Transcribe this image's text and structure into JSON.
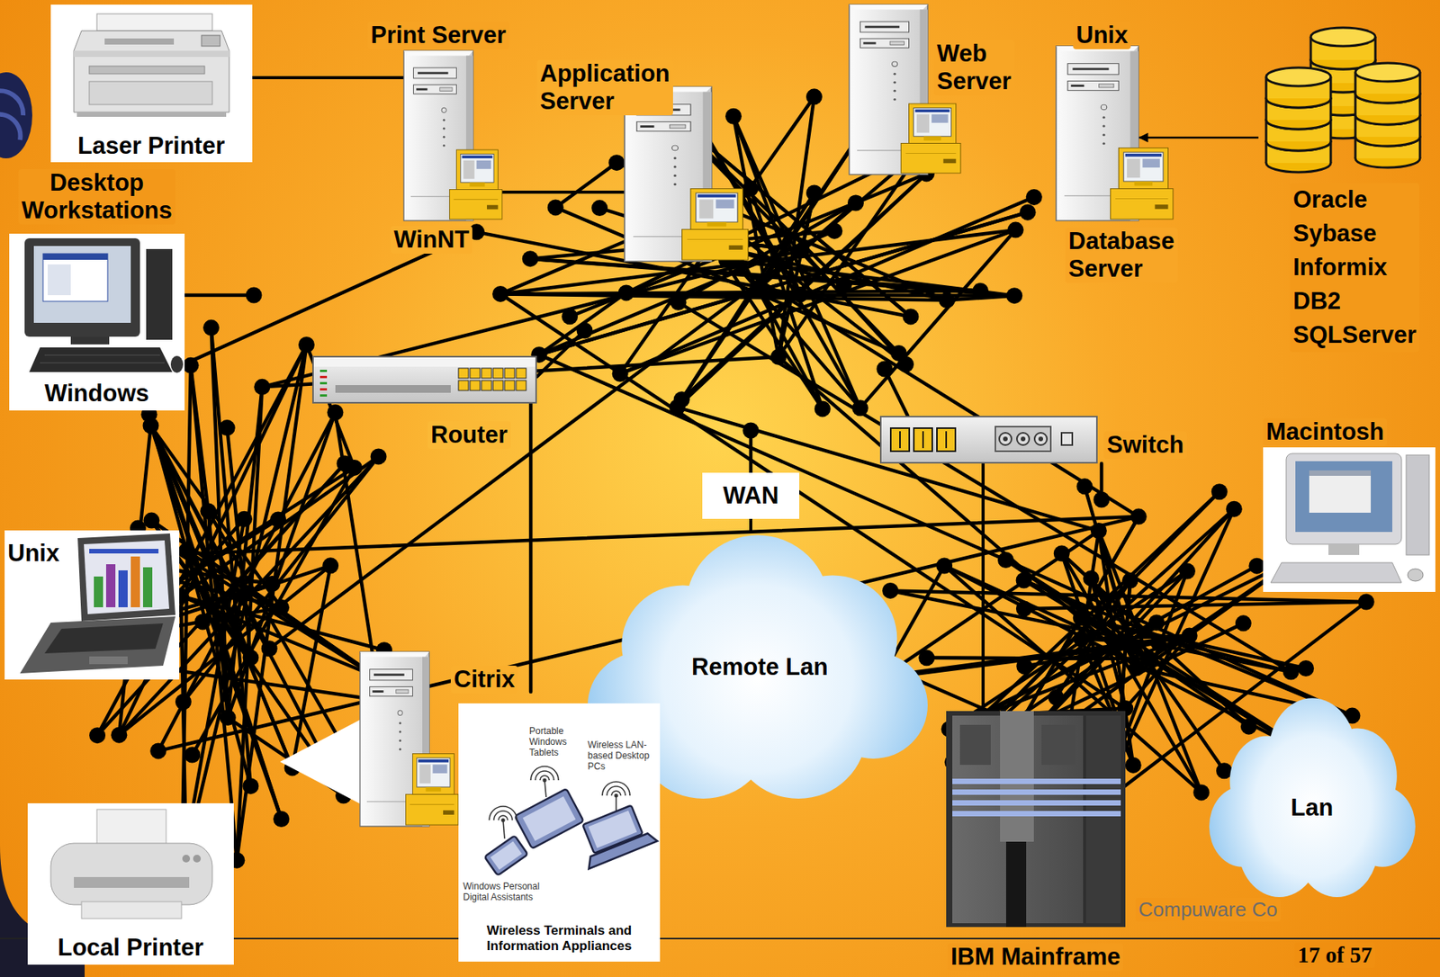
{
  "diagram": {
    "nodes": [
      {
        "text": [
          "Laser Printer"
        ]
      },
      {
        "text": [
          "Print Server",
          "WinNT"
        ]
      },
      {
        "text": [
          "Application Server"
        ]
      },
      {
        "text": [
          "Web Server"
        ]
      },
      {
        "text": [
          "Unix",
          "Database Server"
        ]
      },
      {
        "text": [
          "Oracle Sybase Informix DB2 SQLServer"
        ]
      },
      {
        "text": [
          "Desktop Workstations",
          "Windows"
        ]
      },
      {
        "text": [
          "Router"
        ]
      },
      {
        "text": [
          "WAN"
        ]
      },
      {
        "text": [
          "Switch"
        ]
      },
      {
        "text": [
          "Macintosh"
        ]
      },
      {
        "text": [
          "Unix"
        ]
      },
      {
        "text": [
          "Remote Lan"
        ]
      },
      {
        "text": [
          "Citrix"
        ]
      },
      {
        "text": [
          "Portable Windows Tablets",
          "Wireless LAN-based Desktop PCs",
          "Windows Personal Digital Assistants",
          "Wireless Terminals and Information Appliances"
        ]
      },
      {
        "text": [
          "Local Printer"
        ]
      },
      {
        "text": [
          "IBM Mainframe"
        ]
      },
      {
        "text": [
          "Lan"
        ]
      }
    ],
    "edges": [
      {
        "from": 0,
        "to": 1,
        "arrow": "none"
      },
      {
        "from": 1,
        "to": 2,
        "arrow": "none"
      },
      {
        "from": 5,
        "to": 4,
        "arrow": "to"
      },
      {
        "from": 8,
        "to": 12,
        "arrow": "none"
      },
      {
        "from": 9,
        "to": 16,
        "arrow": "none"
      }
    ],
    "labels": [
      "Compuware Co",
      "17 of 57"
    ]
  }
}
